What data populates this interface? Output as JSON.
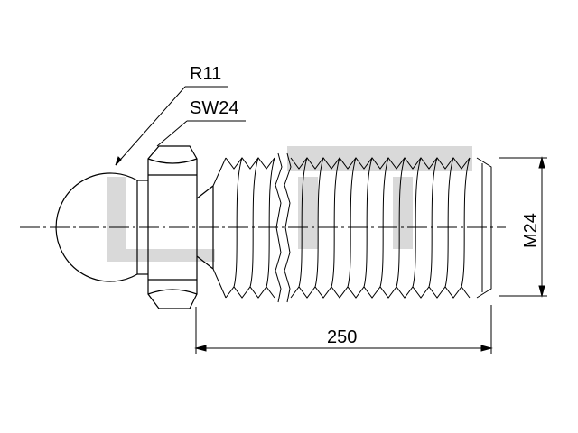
{
  "labels": {
    "radius": "R11",
    "wrench_size": "SW24",
    "thread": "M24",
    "length": "250"
  },
  "colors": {
    "line": "#000000",
    "watermark": "#d9d9d9",
    "background": "#ffffff"
  }
}
